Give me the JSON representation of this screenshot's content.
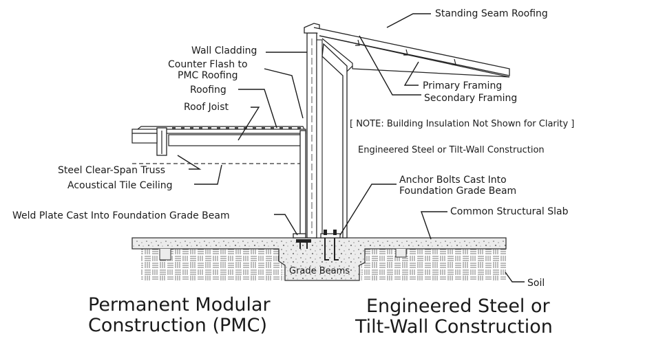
{
  "labels": {
    "standing_seam_roofing": "Standing Seam Roofing",
    "wall_cladding": "Wall Cladding",
    "counter_flash_1": "Counter Flash to",
    "counter_flash_2": "PMC Roofing",
    "roofing": "Roofing",
    "roof_joist": "Roof Joist",
    "primary_framing": "Primary Framing",
    "secondary_framing": "Secondary Framing",
    "note": "[ NOTE: Building Insulation Not Shown for Clarity ]",
    "engineered_construction": "Engineered Steel or Tilt-Wall Construction",
    "steel_truss": "Steel Clear-Span Truss",
    "ceiling": "Acoustical Tile Ceiling",
    "anchor_bolts_1": "Anchor Bolts Cast Into",
    "anchor_bolts_2": "Foundation Grade Beam",
    "common_slab": "Common Structural Slab",
    "weld_plate": "Weld Plate Cast Into Foundation Grade Beam",
    "grade_beams": "Grade Beams",
    "soil": "Soil"
  },
  "titles": {
    "pmc_line1": "Permanent Modular",
    "pmc_line2": "Construction (PMC)",
    "eng_line1": "Engineered Steel or",
    "eng_line2": "Tilt-Wall Construction"
  }
}
